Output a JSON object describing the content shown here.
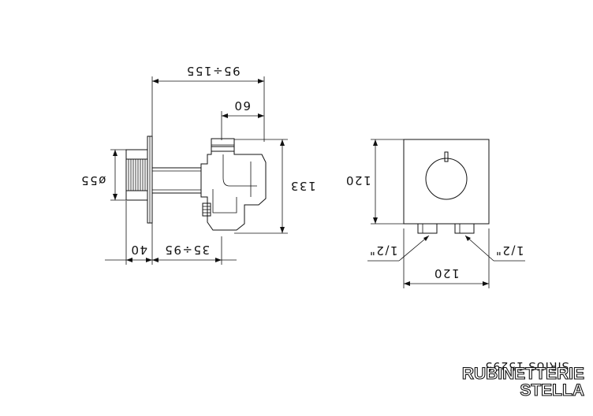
{
  "dimensions": {
    "side_view": {
      "overall_length": "95÷155",
      "body_depth": "60",
      "height": "133",
      "knob_diameter": "ø55",
      "knob_depth": "40",
      "wall_range": "35÷95"
    },
    "front_view": {
      "plate_height": "120",
      "plate_width": "120",
      "inlet_left": "1/2\"",
      "inlet_right": "1/2\""
    }
  },
  "product_code": "SIRIUS 15295",
  "brand": {
    "line1": "RUBINETTERIE",
    "line2": "STELLA"
  }
}
